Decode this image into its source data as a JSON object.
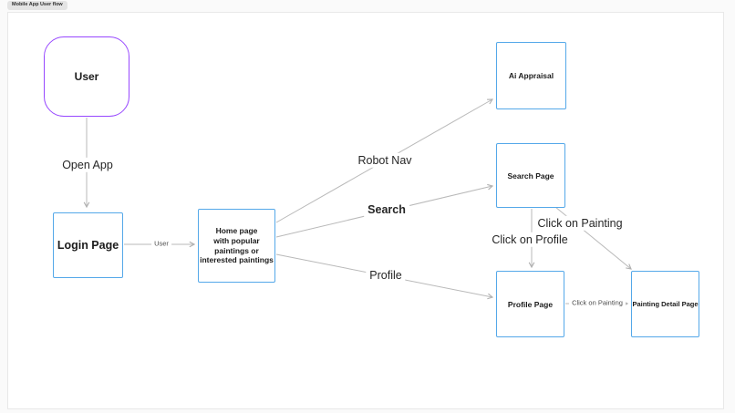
{
  "app": {
    "frame_label": "Mobile App User flow"
  },
  "colors": {
    "node_border_blue": "#54a8e9",
    "node_border_purple": "#9747ff",
    "connector_gray": "#b9b9b9",
    "text_dark": "#1c1c1c",
    "canvas_bg": "#ffffff",
    "page_bg": "#fafafa"
  },
  "nodes": {
    "user": {
      "label": "User",
      "shape": "rounded-square",
      "border": "purple"
    },
    "login": {
      "label": "Login Page",
      "shape": "rectangle",
      "border": "blue"
    },
    "home": {
      "label": "Home page\nwith popular\npaintings or\ninterested paintings",
      "shape": "rectangle",
      "border": "blue"
    },
    "ai_appraisal": {
      "label": "Ai Appraisal",
      "shape": "rectangle",
      "border": "blue"
    },
    "search_page": {
      "label": "Search Page",
      "shape": "rectangle",
      "border": "blue"
    },
    "profile_page": {
      "label": "Profile Page",
      "shape": "rectangle",
      "border": "blue"
    },
    "painting_detail": {
      "label": "Painting Detail Page",
      "shape": "rectangle",
      "border": "blue"
    }
  },
  "edges": {
    "user_to_login": {
      "label": "Open App",
      "from": "user",
      "to": "login"
    },
    "login_to_home": {
      "label": "User",
      "from": "login",
      "to": "home"
    },
    "home_to_ai": {
      "label": "Robot Nav",
      "from": "home",
      "to": "ai_appraisal"
    },
    "home_to_search": {
      "label": "Search",
      "from": "home",
      "to": "search_page"
    },
    "home_to_profile": {
      "label": "Profile",
      "from": "home",
      "to": "profile_page"
    },
    "search_to_profile": {
      "label": "Click on Profile",
      "from": "search_page",
      "to": "profile_page"
    },
    "search_to_painting": {
      "label": "Click on Painting",
      "from": "search_page",
      "to": "painting_detail"
    },
    "profile_to_painting": {
      "label": "Click on Painting",
      "from": "profile_page",
      "to": "painting_detail"
    }
  }
}
